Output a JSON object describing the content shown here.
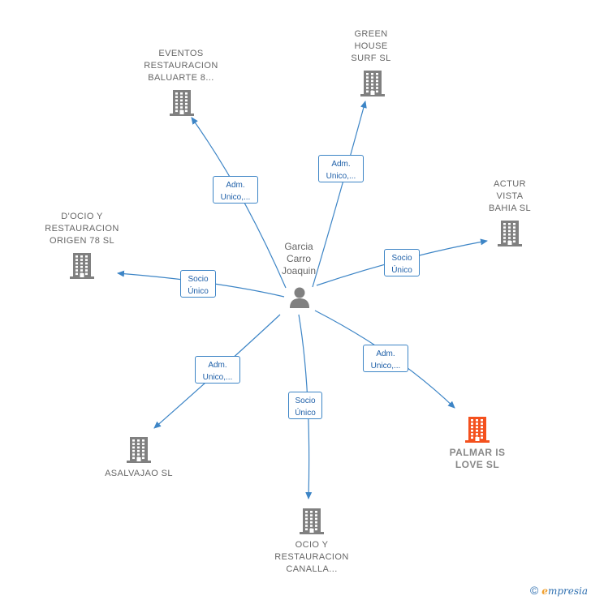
{
  "colors": {
    "edge": "#3d85c6",
    "building": "#808080",
    "highlight": "#f4511e",
    "person": "#808080"
  },
  "center": {
    "name": "Garcia\nCarro\nJoaquin",
    "icon": "person-icon"
  },
  "nodes": [
    {
      "id": "eventos",
      "label": "EVENTOS\nRESTAURACION\nBALUARTE 8...",
      "icon": "building-icon",
      "highlight": false
    },
    {
      "id": "greenhouse",
      "label": "GREEN\nHOUSE\nSURF  SL",
      "icon": "building-icon",
      "highlight": false
    },
    {
      "id": "actur",
      "label": "ACTUR\nVISTA\nBAHIA  SL",
      "icon": "building-icon",
      "highlight": false
    },
    {
      "id": "docio",
      "label": "D'OCIO Y\nRESTAURACION\nORIGEN 78 SL",
      "icon": "building-icon",
      "highlight": false
    },
    {
      "id": "palmar",
      "label": "PALMAR IS\nLOVE  SL",
      "icon": "building-icon",
      "highlight": true
    },
    {
      "id": "asalvajao",
      "label": "ASALVAJAO  SL",
      "icon": "building-icon",
      "highlight": false
    },
    {
      "id": "ocio",
      "label": "OCIO Y\nRESTAURACION\nCANALLA...",
      "icon": "building-icon",
      "highlight": false
    }
  ],
  "edges": [
    {
      "to": "eventos",
      "label": "Adm.\nUnico,..."
    },
    {
      "to": "greenhouse",
      "label": "Adm.\nUnico,..."
    },
    {
      "to": "actur",
      "label": "Socio\nÚnico"
    },
    {
      "to": "docio",
      "label": "Socio\nÚnico"
    },
    {
      "to": "palmar",
      "label": "Adm.\nUnico,..."
    },
    {
      "to": "asalvajao",
      "label": "Adm.\nUnico,..."
    },
    {
      "to": "ocio",
      "label": "Socio\nÚnico"
    }
  ],
  "footer": {
    "copyright": "©",
    "brand_first": "e",
    "brand_rest": "mpresia"
  }
}
